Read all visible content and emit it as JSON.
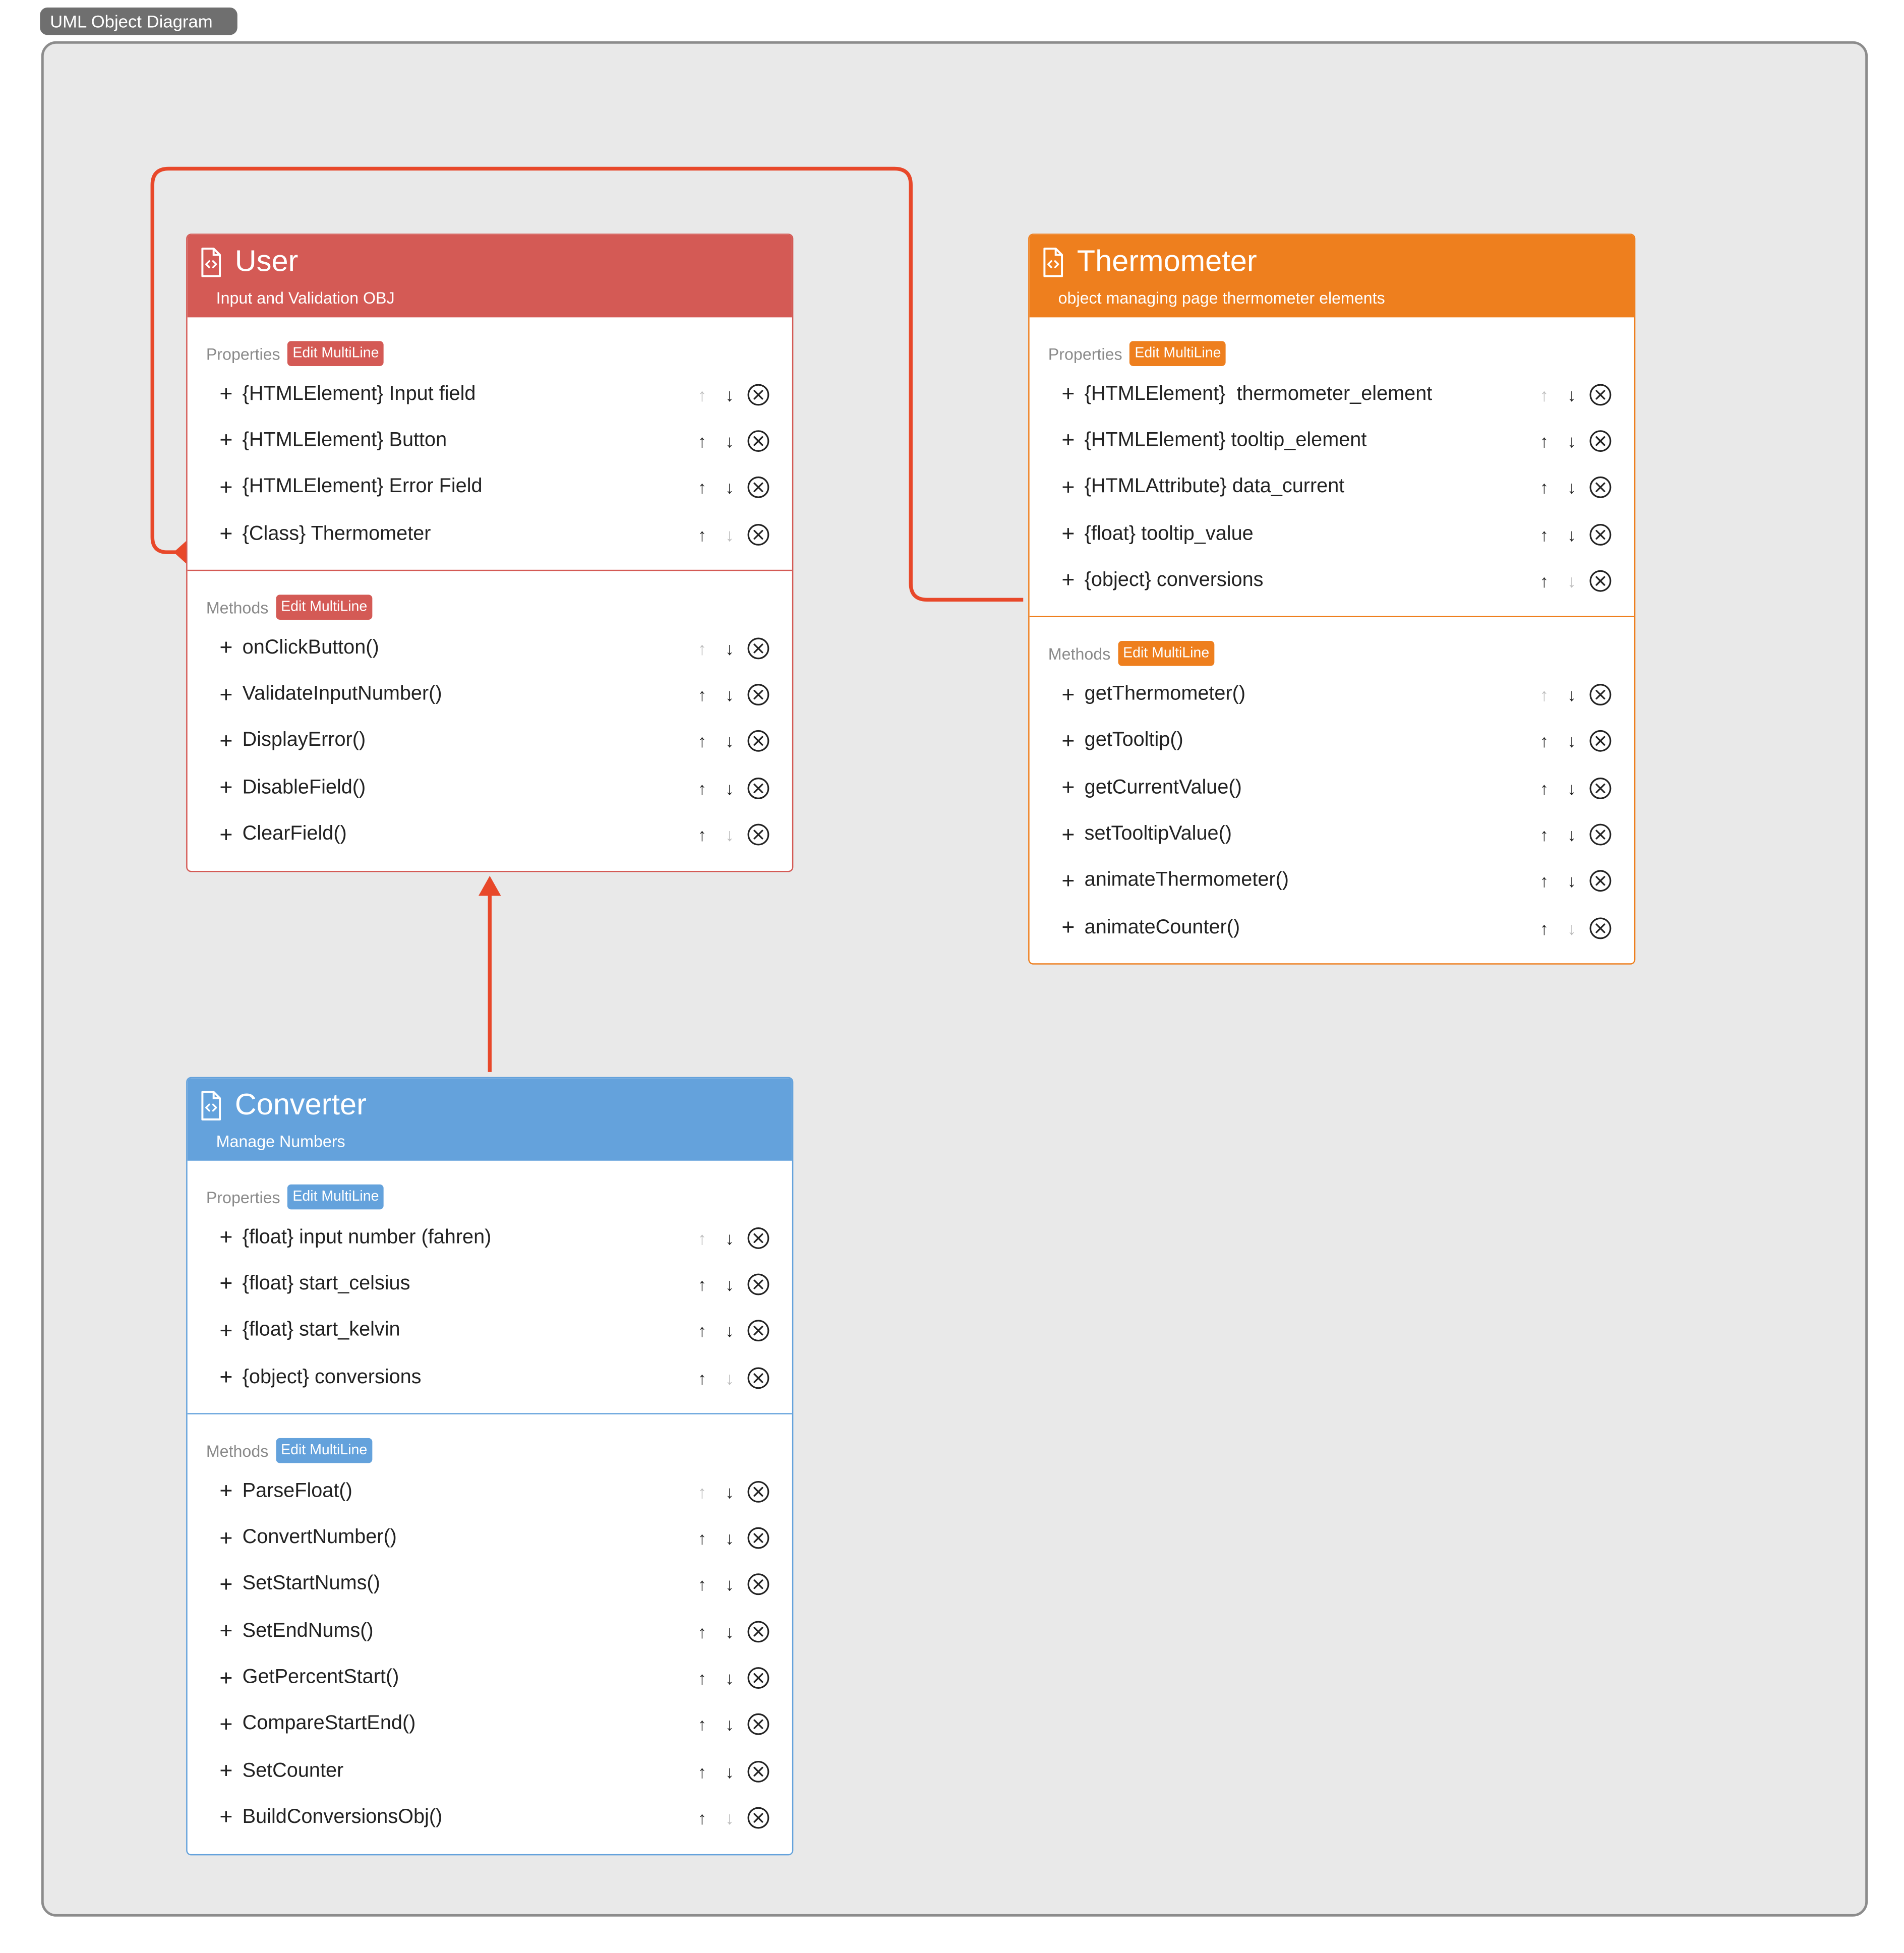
{
  "diagram": {
    "title": "UML Object Diagram"
  },
  "classes": [
    {
      "id": "user",
      "name": "User",
      "subtitle": "Input and Validation OBJ",
      "color": "#d45a55",
      "properties_label": "Properties",
      "methods_label": "Methods",
      "edit_label": "Edit MultiLine",
      "properties": [
        {
          "text": "{HTMLElement} Input field",
          "up_enabled": false,
          "down_enabled": true
        },
        {
          "text": "{HTMLElement} Button",
          "up_enabled": true,
          "down_enabled": true
        },
        {
          "text": "{HTMLElement} Error Field",
          "up_enabled": true,
          "down_enabled": true
        },
        {
          "text": "{Class} Thermometer",
          "up_enabled": true,
          "down_enabled": false
        }
      ],
      "methods": [
        {
          "text": "onClickButton()",
          "up_enabled": false,
          "down_enabled": true
        },
        {
          "text": "ValidateInputNumber()",
          "up_enabled": true,
          "down_enabled": true
        },
        {
          "text": "DisplayError()",
          "up_enabled": true,
          "down_enabled": true
        },
        {
          "text": "DisableField()",
          "up_enabled": true,
          "down_enabled": true
        },
        {
          "text": "ClearField()",
          "up_enabled": true,
          "down_enabled": false
        }
      ]
    },
    {
      "id": "thermometer",
      "name": "Thermometer",
      "subtitle": "object managing page thermometer elements",
      "color": "#ee7f1e",
      "properties_label": "Properties",
      "methods_label": "Methods",
      "edit_label": "Edit MultiLine",
      "properties": [
        {
          "text": "{HTMLElement}  thermometer_element",
          "up_enabled": false,
          "down_enabled": true
        },
        {
          "text": "{HTMLElement} tooltip_element",
          "up_enabled": true,
          "down_enabled": true
        },
        {
          "text": "{HTMLAttribute} data_current",
          "up_enabled": true,
          "down_enabled": true
        },
        {
          "text": "{float} tooltip_value",
          "up_enabled": true,
          "down_enabled": true
        },
        {
          "text": "{object} conversions",
          "up_enabled": true,
          "down_enabled": false
        }
      ],
      "methods": [
        {
          "text": "getThermometer()",
          "up_enabled": false,
          "down_enabled": true
        },
        {
          "text": "getTooltip()",
          "up_enabled": true,
          "down_enabled": true
        },
        {
          "text": "getCurrentValue()",
          "up_enabled": true,
          "down_enabled": true
        },
        {
          "text": "setTooltipValue()",
          "up_enabled": true,
          "down_enabled": true
        },
        {
          "text": "animateThermometer()",
          "up_enabled": true,
          "down_enabled": true
        },
        {
          "text": "animateCounter()",
          "up_enabled": true,
          "down_enabled": false
        }
      ]
    },
    {
      "id": "converter",
      "name": "Converter",
      "subtitle": "Manage Numbers",
      "color": "#64a2dc",
      "properties_label": "Properties",
      "methods_label": "Methods",
      "edit_label": "Edit MultiLine",
      "properties": [
        {
          "text": "{float} input number (fahren)",
          "up_enabled": false,
          "down_enabled": true
        },
        {
          "text": "{float} start_celsius",
          "up_enabled": true,
          "down_enabled": true
        },
        {
          "text": "{float} start_kelvin",
          "up_enabled": true,
          "down_enabled": true
        },
        {
          "text": "{object} conversions",
          "up_enabled": true,
          "down_enabled": false
        }
      ],
      "methods": [
        {
          "text": "ParseFloat()",
          "up_enabled": false,
          "down_enabled": true
        },
        {
          "text": "ConvertNumber()",
          "up_enabled": true,
          "down_enabled": true
        },
        {
          "text": "SetStartNums()",
          "up_enabled": true,
          "down_enabled": true
        },
        {
          "text": "SetEndNums()",
          "up_enabled": true,
          "down_enabled": true
        },
        {
          "text": "GetPercentStart()",
          "up_enabled": true,
          "down_enabled": true
        },
        {
          "text": "CompareStartEnd()",
          "up_enabled": true,
          "down_enabled": true
        },
        {
          "text": "SetCounter",
          "up_enabled": true,
          "down_enabled": true
        },
        {
          "text": "BuildConversionsObj()",
          "up_enabled": true,
          "down_enabled": false
        }
      ]
    }
  ],
  "relations": [
    {
      "type": "composition",
      "from": "thermometer",
      "to": "user",
      "color": "#e8482a"
    },
    {
      "type": "inheritance",
      "from": "converter",
      "to": "user",
      "color": "#e8482a"
    }
  ],
  "icons": {
    "class": "code-file-icon",
    "up": "arrow-up-icon",
    "down": "arrow-down-icon",
    "delete": "circle-x-icon"
  }
}
